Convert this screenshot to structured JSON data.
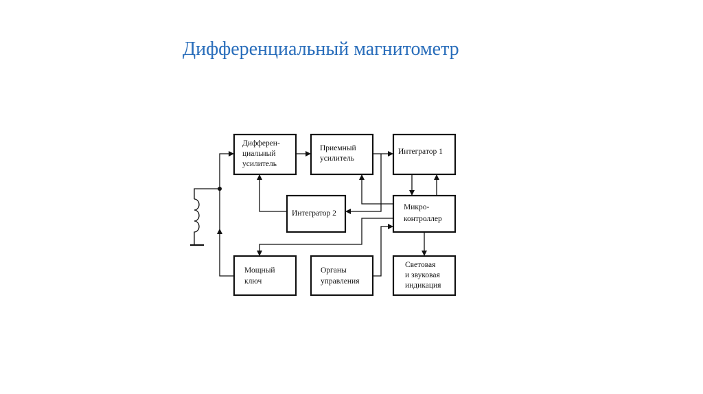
{
  "title": "Дифференциальный магнитометр",
  "blocks": {
    "diff_amp": [
      "Дифферен-",
      "циальный",
      "усилитель"
    ],
    "receiver_amp": [
      "Приемный",
      "усилитель"
    ],
    "integrator1": [
      "Интегратор 1"
    ],
    "integrator2": [
      "Интегратор 2"
    ],
    "microcontroller": [
      "Микро-",
      "контроллер"
    ],
    "power_switch": [
      "Мощный",
      "ключ"
    ],
    "controls": [
      "Органы",
      "управления"
    ],
    "indication": [
      "Световая",
      "и звуковая",
      "индикация"
    ]
  }
}
